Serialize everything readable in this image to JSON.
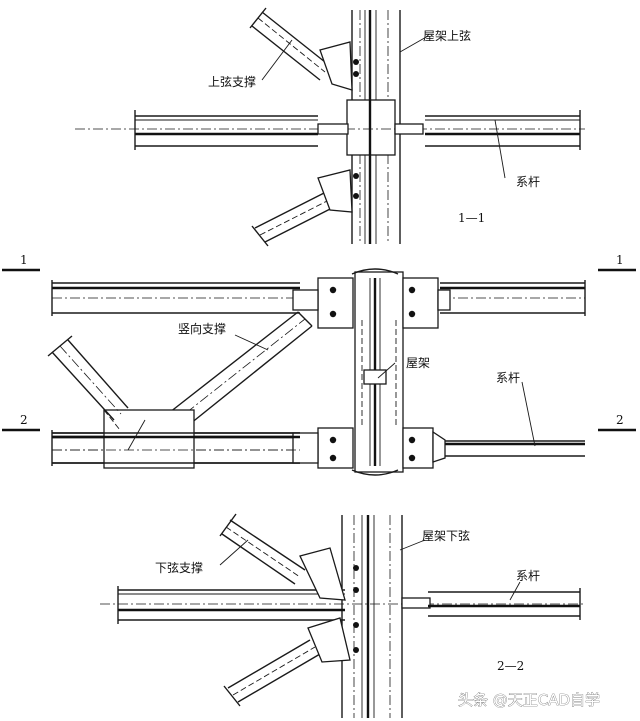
{
  "labels": {
    "top_chord": "屋架上弦",
    "top_brace": "上弦支撑",
    "tie_rod_top": "系杆",
    "section_1": "1—1",
    "vertical_brace": "竖向支撑",
    "truss": "屋架",
    "tie_rod_mid": "系杆",
    "bottom_chord": "屋架下弦",
    "bottom_brace": "下弦支撑",
    "tie_rod_bottom": "系杆",
    "section_2": "2—2"
  },
  "section_marks": {
    "left_1": "1",
    "right_1": "1",
    "left_2": "2",
    "right_2": "2"
  },
  "watermark": "头条 @天正CAD自学"
}
